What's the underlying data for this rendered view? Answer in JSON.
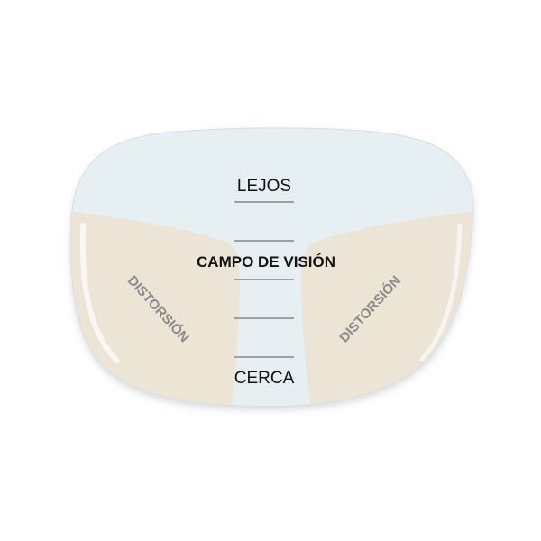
{
  "diagram": {
    "labels": {
      "far": "LEJOS",
      "field": "CAMPO DE VISIÓN",
      "near": "CERCA",
      "distortion_left": "DISTORSIÓN",
      "distortion_right": "DISTORSIÓN"
    },
    "colors": {
      "far_zone": "#e6eff2",
      "distortion_zone": "#ece5d6",
      "corridor": "#e6eff2",
      "lens_edge": "#d9dde0",
      "label_dark": "#111111",
      "label_distortion": "#8a8a8a",
      "divider": "#555555"
    }
  }
}
